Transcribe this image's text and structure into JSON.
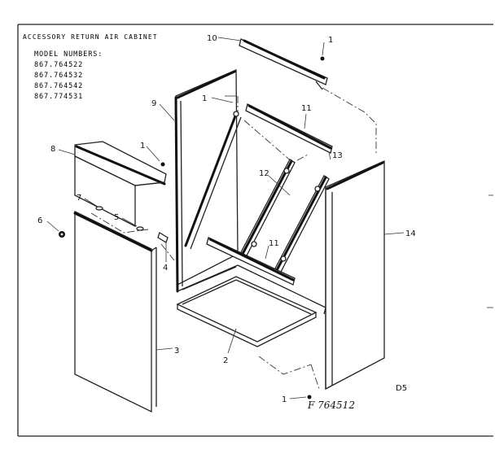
{
  "header": {
    "title": "ACCESSORY RETURN AIR CABINET",
    "model_numbers_label": "MODEL NUMBERS:",
    "model_numbers": [
      "867.764522",
      "867.764532",
      "867.764542",
      "867.774531"
    ]
  },
  "callouts": {
    "c1a": "1",
    "c1b": "1",
    "c1c": "1",
    "c1d": "1",
    "c2": "2",
    "c3": "3",
    "c4": "4",
    "c5": "5",
    "c6": "6",
    "c7": "7",
    "c8": "8",
    "c9": "9",
    "c10": "10",
    "c11a": "11",
    "c11b": "11",
    "c12": "12",
    "c13": "13",
    "c14": "14"
  },
  "corner_code": "D5",
  "handwritten_number": "F 764512"
}
